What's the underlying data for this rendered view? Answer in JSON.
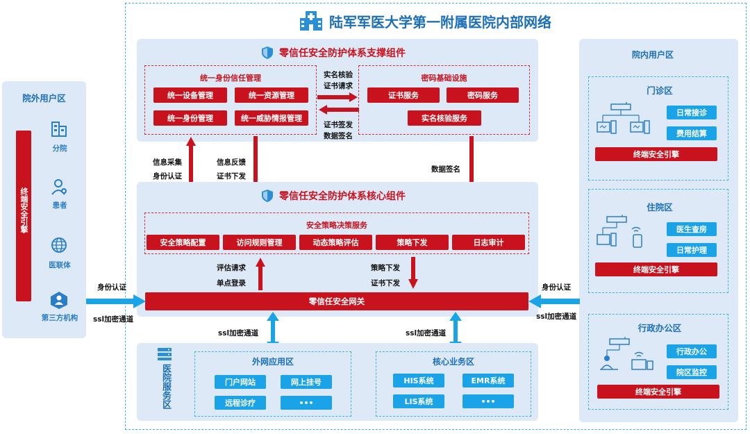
{
  "main_title": "陆军军医大学第一附属医院内部网络",
  "outside_zone": {
    "title": "院外用户区",
    "engine": "终端安全引擎",
    "items": [
      "分院",
      "患者",
      "医联体",
      "第三方机构"
    ]
  },
  "support": {
    "title": "零信任安全防护体系支撑组件",
    "identity": {
      "title": "统一身份信任管理",
      "buttons": [
        "统一设备管理",
        "统一资源管理",
        "统一身份管理",
        "统一威胁情报管理"
      ]
    },
    "crypto": {
      "title": "密码基础设施",
      "buttons": [
        "证书服务",
        "密码服务",
        "实名核验服务"
      ]
    },
    "link_top": [
      "实名核验",
      "证书请求"
    ],
    "link_bottom": [
      "证书签发",
      "数据签名"
    ]
  },
  "core": {
    "title": "零信任安全防护体系核心组件",
    "decision": {
      "title": "安全策略决策服务",
      "buttons": [
        "安全策略配置",
        "访问规则管理",
        "动态策略评估",
        "策略下发",
        "日志审计"
      ]
    },
    "gateway": "零信任安全网关"
  },
  "flows": {
    "info_collect": [
      "信息采集",
      "身份认证"
    ],
    "info_feedback": [
      "信息反馈",
      "证书下发"
    ],
    "data_sign": "数据签名",
    "eval_request": [
      "评估请求",
      "单点登录"
    ],
    "policy_issue": [
      "策略下发",
      "证书下发"
    ],
    "auth_left": "身份认证",
    "ssl_left": "ssl加密通道",
    "auth_right": "身份认证",
    "ssl_right": "ssl加密通道",
    "ssl_mid_left": "ssl加密通道",
    "ssl_mid_right": "ssl加密通道"
  },
  "service_zone": {
    "title": "医院服务区",
    "external": {
      "title": "外网应用区",
      "buttons": [
        "门户网站",
        "网上挂号",
        "远程诊疗",
        "•••"
      ]
    },
    "core_biz": {
      "title": "核心业务区",
      "buttons": [
        "HIS系统",
        "EMR系统",
        "LIS系统",
        "•••"
      ]
    }
  },
  "inside_zone": {
    "title": "院内用户区",
    "clinic": {
      "title": "门诊区",
      "buttons": [
        "日常接诊",
        "费用结算"
      ],
      "engine": "终端安全引擎"
    },
    "ward": {
      "title": "住院区",
      "buttons": [
        "医生查房",
        "日常护理"
      ],
      "engine": "终端安全引擎"
    },
    "admin": {
      "title": "行政办公区",
      "buttons": [
        "行政办公",
        "院区监控"
      ],
      "engine": "终端安全引擎"
    }
  },
  "colors": {
    "red": "#c8121e",
    "blue": "#1aa3e6",
    "panel": "#dde9f6",
    "title_blue": "#1c6fb8"
  }
}
